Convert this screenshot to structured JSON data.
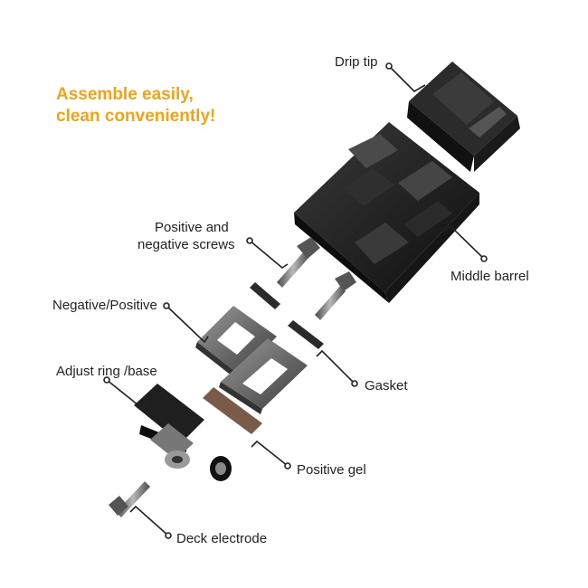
{
  "headline": {
    "line1": "Assemble easily,",
    "line2": "clean conveniently!",
    "color": "#f0a318"
  },
  "labels": {
    "drip_tip": "Drip tip",
    "screws_line1": "Positive and",
    "screws_line2": "negative screws",
    "middle_barrel": "Middle barrel",
    "neg_pos": "Negative/Positive",
    "adjust_ring": "Adjust ring /base",
    "gasket": "Gasket",
    "positive_gel": "Positive gel",
    "deck_electrode": "Deck electrode"
  },
  "colors": {
    "part_dark": "#1c1c1c",
    "part_metal": "#6f6f6f",
    "gel": "#7a5a48",
    "leader": "#222222"
  }
}
